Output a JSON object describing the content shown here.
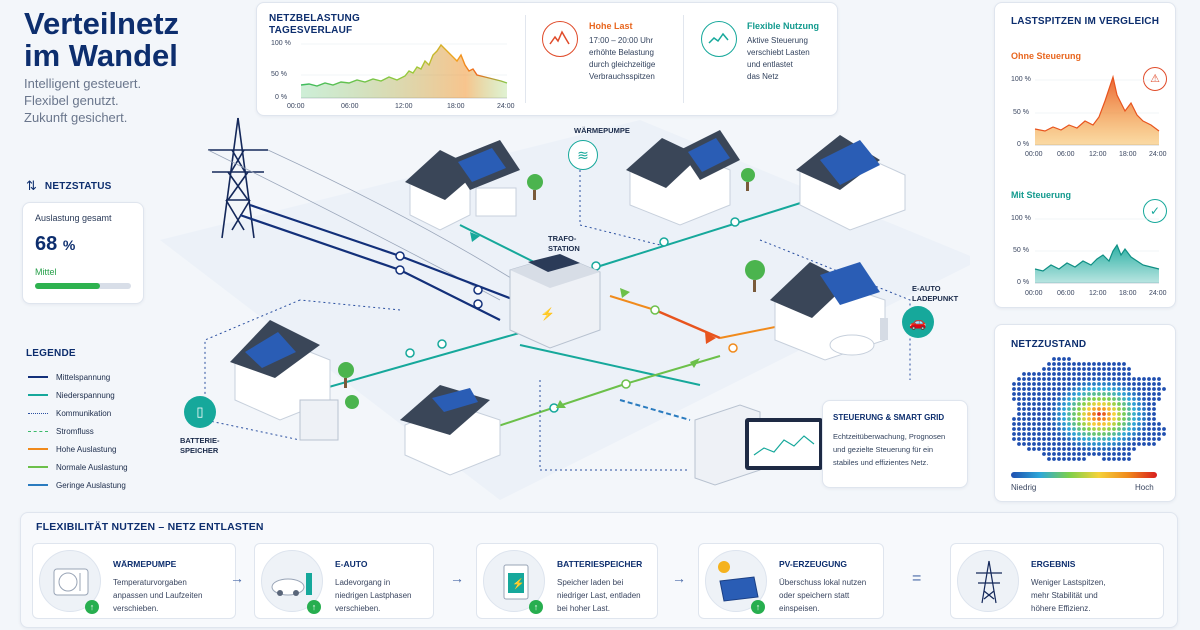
{
  "hero": {
    "title_line1": "Verteilnetz",
    "title_line2": "im Wandel",
    "sub1": "Intelligent gesteuert.",
    "sub2": "Flexibel genutzt.",
    "sub3": "Zukunft gesichert."
  },
  "status": {
    "header": "NETZSTATUS",
    "label": "Auslastung gesamt",
    "value": "68",
    "unit": "%",
    "level": "Mittel",
    "fill": 0.68
  },
  "legend": {
    "header": "LEGENDE",
    "items": [
      {
        "label": "Mittelspannung",
        "color": "#13307a",
        "style": "solid"
      },
      {
        "label": "Niederspannung",
        "color": "#16a89b",
        "style": "solid"
      },
      {
        "label": "Kommunikation",
        "color": "#2a4fa0",
        "style": "dotted"
      },
      {
        "label": "Stromfluss",
        "color": "#3aba6a",
        "style": "arrow"
      },
      {
        "label": "Hohe Auslastung",
        "color": "#f08a1c",
        "style": "solid"
      },
      {
        "label": "Normale Auslastung",
        "color": "#6cc04a",
        "style": "solid"
      },
      {
        "label": "Geringe Auslastung",
        "color": "#2a7bbf",
        "style": "solid"
      }
    ]
  },
  "load_panel": {
    "title1": "NETZBELASTUNG",
    "title2": "TAGESVERLAUF",
    "y_ticks": [
      "100 %",
      "50 %",
      "0 %"
    ],
    "x_ticks": [
      "00:00",
      "06:00",
      "12:00",
      "18:00",
      "24:00"
    ],
    "peak_title": "Hohe Last",
    "peak_text": [
      "17:00 – 20:00 Uhr",
      "erhöhte Belastung",
      "durch gleichzeitige",
      "Verbrauchsspitzen"
    ],
    "flex_title": "Flexible Nutzung",
    "flex_text": [
      "Aktive Steuerung",
      "verschiebt Lasten",
      "und entlastet",
      "das Netz"
    ]
  },
  "compare": {
    "header": "LASTSPITZEN IM VERGLEICH",
    "without_label": "Ohne Steuerung",
    "with_label": "Mit Steuerung",
    "y_ticks": [
      "100 %",
      "50 %",
      "0 %"
    ],
    "x_ticks": [
      "00:00",
      "06:00",
      "12:00",
      "18:00",
      "24:00"
    ]
  },
  "netzzustand": {
    "header": "NETZZUSTAND",
    "low": "Niedrig",
    "high": "Hoch"
  },
  "labels": {
    "waermepumpe": "WÄRMEPUMPE",
    "trafo1": "TRAFO-",
    "trafo2": "STATION",
    "eauto1": "E-AUTO",
    "eauto2": "LADEPUNKT",
    "batt1": "BATTERIE-",
    "batt2": "SPEICHER"
  },
  "smartgrid": {
    "title": "STEUERUNG & SMART GRID",
    "lines": [
      "Echtzeitüberwachung, Prognosen",
      "und gezielte Steuerung für ein",
      "stabiles und effizientes Netz."
    ]
  },
  "flex": {
    "header": "FLEXIBILITÄT NUTZEN – NETZ ENTLASTEN",
    "cards": [
      {
        "title": "WÄRMEPUMPE",
        "text": [
          "Temperaturvorgaben",
          "anpassen und Laufzeiten",
          "verschieben."
        ]
      },
      {
        "title": "E-AUTO",
        "text": [
          "Ladevorgang in",
          "niedrigen Lastphasen",
          "verschieben."
        ]
      },
      {
        "title": "BATTERIESPEICHER",
        "text": [
          "Speicher laden bei",
          "niedriger Last, entladen",
          "bei hoher Last."
        ]
      },
      {
        "title": "PV-ERZEUGUNG",
        "text": [
          "Überschuss lokal nutzen",
          "oder speichern statt",
          "einspeisen."
        ]
      },
      {
        "title": "ERGEBNIS",
        "text": [
          "Weniger Lastspitzen,",
          "mehr Stabilität und",
          "höhere Effizienz."
        ]
      }
    ],
    "operators": [
      "→",
      "→",
      "→",
      "="
    ]
  },
  "colors": {
    "navy": "#0d2e6e",
    "teal": "#16a89b",
    "orange": "#f08a1c",
    "green": "#27ae4f",
    "red": "#e04b2a"
  }
}
